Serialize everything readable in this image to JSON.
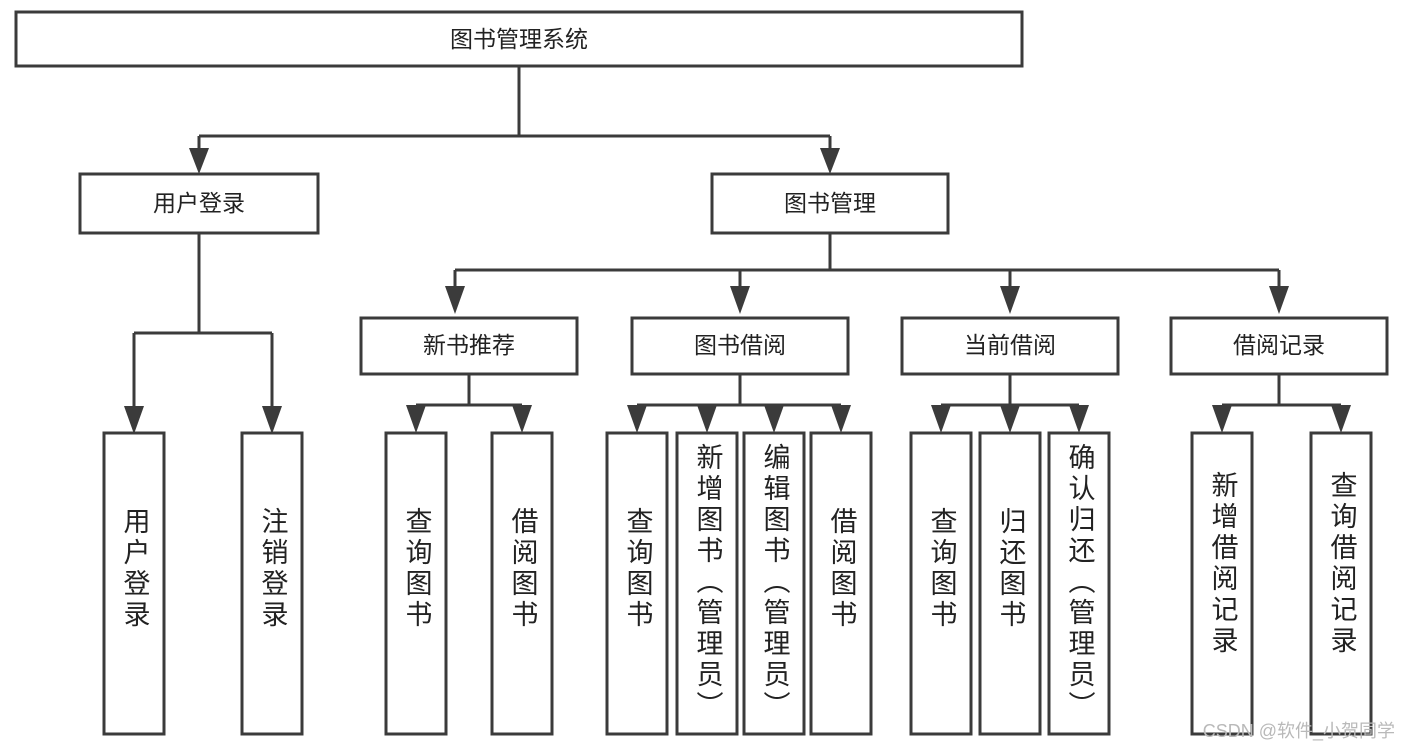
{
  "diagram": {
    "type": "tree",
    "title": "图书管理系统",
    "watermark": "CSDN @软件_小贺同学",
    "colors": {
      "stroke": "#3b3b3b",
      "box_fill": "#ffffff",
      "text": "#222222",
      "background": "#ffffff",
      "watermark": "#b9b9b9"
    },
    "root": {
      "label": "图书管理系统"
    },
    "level2": [
      {
        "id": "user-login",
        "label": "用户登录"
      },
      {
        "id": "book-manage",
        "label": "图书管理"
      }
    ],
    "level3": [
      {
        "id": "new-book-recommend",
        "label": "新书推荐",
        "parent": "book-manage"
      },
      {
        "id": "book-borrow",
        "label": "图书借阅",
        "parent": "book-manage"
      },
      {
        "id": "current-borrow",
        "label": "当前借阅",
        "parent": "book-manage"
      },
      {
        "id": "borrow-record",
        "label": "借阅记录",
        "parent": "book-manage"
      }
    ],
    "leaves": {
      "user-login": [
        {
          "id": "leaf-user-login",
          "label": "用户登录"
        },
        {
          "id": "leaf-user-logout",
          "label": "注销登录"
        }
      ],
      "new-book-recommend": [
        {
          "id": "leaf-query-book-1",
          "label": "查询图书"
        },
        {
          "id": "leaf-borrow-book-1",
          "label": "借阅图书"
        }
      ],
      "book-borrow": [
        {
          "id": "leaf-query-book-2",
          "label": "查询图书"
        },
        {
          "id": "leaf-add-book",
          "label": "新增图书（管理员）"
        },
        {
          "id": "leaf-edit-book",
          "label": "编辑图书（管理员）"
        },
        {
          "id": "leaf-borrow-book-2",
          "label": "借阅图书"
        }
      ],
      "current-borrow": [
        {
          "id": "leaf-query-book-3",
          "label": "查询图书"
        },
        {
          "id": "leaf-return-book",
          "label": "归还图书"
        },
        {
          "id": "leaf-confirm-return",
          "label": "确认归还（管理员）"
        }
      ],
      "borrow-record": [
        {
          "id": "leaf-add-record",
          "label": "新增借阅记录"
        },
        {
          "id": "leaf-query-record",
          "label": "查询借阅记录"
        }
      ]
    }
  }
}
